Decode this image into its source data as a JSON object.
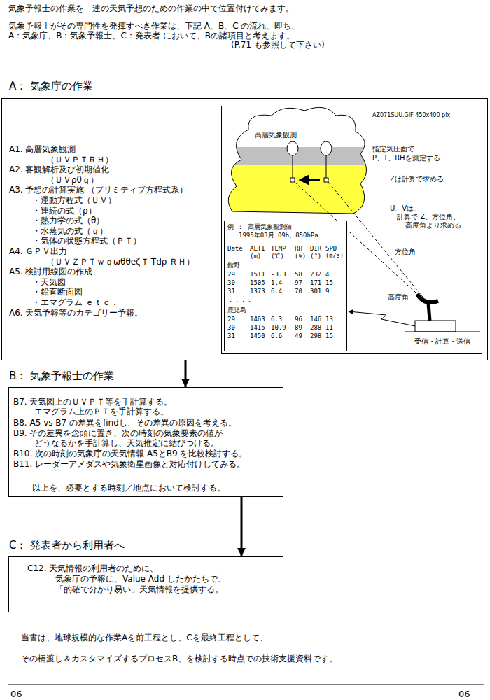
{
  "diagram": {
    "nodes": [
      {
        "text": [
          "A： 気象庁の作業",
          "A1. 高層気象観測",
          "（ＵＶＰＴＲＨ）",
          "A2. 客観解析及び初期値化",
          "（ＵＶρθｑ）",
          "A3. 予想の計算実施 （プリミティブ方程式系）",
          "・運動方程式（ＵＶ）",
          "・連続の式（ρ）",
          "・熱力学の式（θ）",
          "・水蒸気の式（ｑ）",
          "・気体の状態方程式（ＰＴ）",
          "A4. ＧＰＶ出力",
          "（ＵＶＺＰＴｗｑωθθeζＴ-Tdρ ＲＨ）",
          "A5. 検討用線図の作成",
          "・天気図",
          "・鉛直断面図",
          "・エマグラム ｅｔｃ．",
          "A6. 天気予報等のカテゴリー予報。"
        ]
      },
      {
        "text": [
          "AZ071SUU.GIF 450x400 pix",
          "高層気象観測",
          "指定気圧面で",
          "P、T、RHを測定する",
          "Zは計算で求める",
          "U、Vは、",
          "計算で Z、方位角、",
          "高度角より求める",
          "方位角",
          "高度角",
          "受信・計算・送信"
        ],
        "in": 0
      },
      {
        "text": [
          "例 ： 高層気象観測値",
          "1995年03月 09h、850hPa",
          "Date",
          "ALTI",
          "TEMP",
          "RH",
          "DIR",
          "SPD",
          "(m)",
          "(℃)",
          "(%)",
          "(°)",
          "(m/s)",
          "館野",
          "29",
          "1511",
          "-3.3",
          "58",
          "232",
          "4",
          "30",
          "1505",
          "1.4",
          "97",
          "171",
          "15",
          "31",
          "1373",
          "6.4",
          "70",
          "301",
          "9",
          "．．．．",
          "鹿児島",
          "29",
          "1463",
          "6.3",
          "96",
          "146",
          "13",
          "30",
          "1415",
          "10.9",
          "89",
          "288",
          "11",
          "31",
          "1450",
          "6.6",
          "49",
          "298",
          "15",
          "．．．．"
        ],
        "in": 1
      },
      {
        "text": [
          "B： 気象予報士の作業",
          "B7. 天気図上のＵＶＰＴ等を手計算する。",
          "エマグラム上のＰＴを手計算する。",
          "B8. A5 vs B7 の差異をfindし、その差異の原因を考える。",
          "B9. その差異を念頭に置き、次の時刻の気象要素の値が",
          "どうなるかを手計算し、天気推定に結びつける。",
          "B10. 次の時刻の気象庁の天気情報 A5とB9 を比較検討する。",
          "B11. レーダーアメダスや気象衛星画像と対応付けしてみる。",
          "以上を、必要とする時刻／地点において検討する。"
        ]
      },
      {
        "text": [
          "C： 発表者から利用者へ",
          "C12. 天気情報の利用者のために、",
          "気象庁の予報に、Value Add したかたちで、",
          "「的確で分かり易い」天気情報を提供する。"
        ]
      }
    ],
    "edges": [
      {
        "from": 0,
        "to": 3,
        "arrow": "to"
      },
      {
        "from": 3,
        "to": 4,
        "arrow": "to"
      }
    ],
    "labels": [
      "気象予報士の作業を一連の天気予想のための作業の中で位置付けてみます。",
      "気象予報士がその専門性を発揮すべき作業は、下記 A、B、C の流れ、即ち、",
      "A：気象庁、B：気象予報士、C：発表者 において、Bの諸項目と考えます。",
      "(P.71 も参照して下さい)",
      "当書は、地球規模的な作業Aを前工程とし、Cを最終工程として、",
      "その橋渡し＆カスタマイズするプロセスB、を検討する時点での技術支援資料です。",
      "06",
      "06"
    ]
  }
}
